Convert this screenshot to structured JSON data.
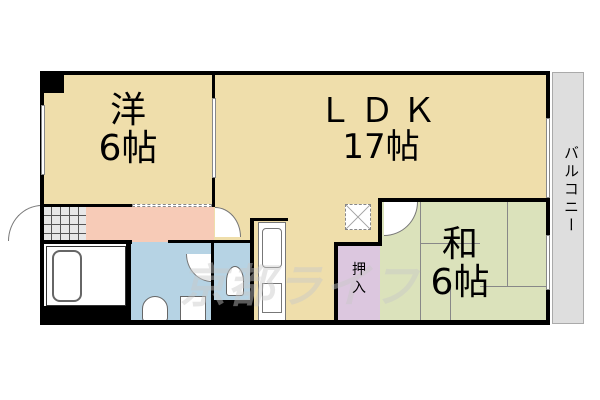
{
  "floor_plan": {
    "rooms": [
      {
        "id": "western",
        "label_type": "洋",
        "label_size": "6帖"
      },
      {
        "id": "ldk",
        "label_type": "ＬＤＫ",
        "label_size": "17帖"
      },
      {
        "id": "japanese",
        "label_type": "和",
        "label_size": "6帖"
      },
      {
        "id": "closet",
        "label": "押入"
      },
      {
        "id": "balcony",
        "label": "バルコニー"
      }
    ],
    "watermark": "京都ライフ",
    "colors": {
      "wood_floor": "#efdeab",
      "tatami": "#dbe2bb",
      "entrance_hall": "#f7cbb7",
      "wet_area": "#b6d3e4",
      "closet": "#dcc7df",
      "balcony": "#dedede",
      "genkan_tile": "#e8e8e8",
      "wall": "#000000"
    }
  }
}
